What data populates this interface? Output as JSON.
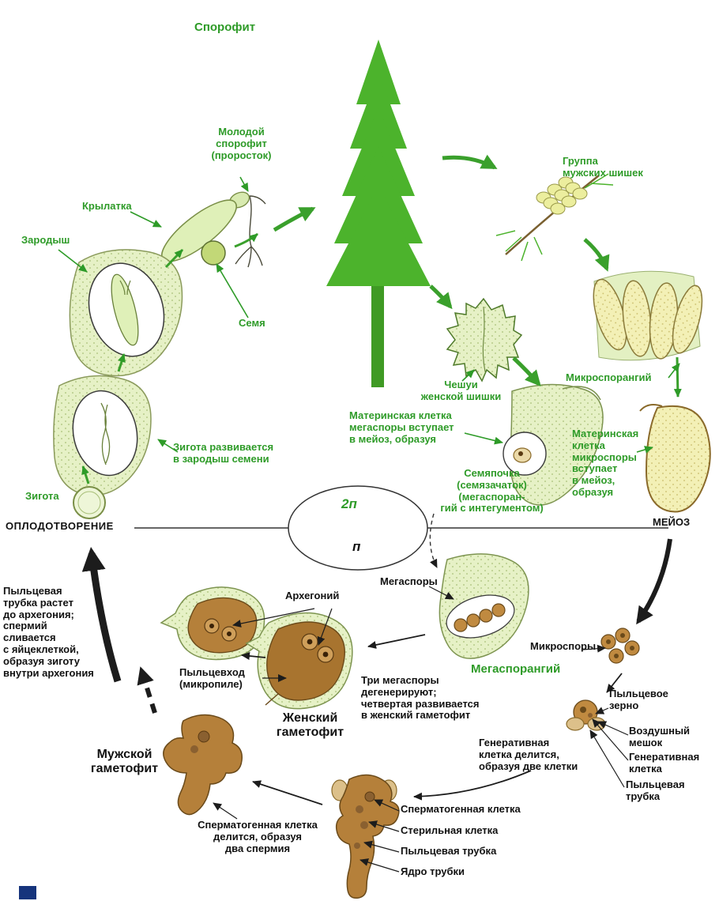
{
  "colors": {
    "label_green": "#2e9b28",
    "tree_green": "#4cb32c",
    "light_green_fill": "#e6f1c6",
    "yellow_fill": "#f3f0b6",
    "brown_fill": "#b5803a",
    "text_black": "#111111"
  },
  "phase": {
    "fertilization": "ОПЛОДОТВОРЕНИЕ",
    "meiosis": "МЕЙОЗ",
    "diploid": "2п",
    "haploid": "п"
  },
  "labels": {
    "sporophyte": "Спорофит",
    "young_sporophyte": "Молодой\nспорофит\n(проросток)",
    "samara": "Крылатка",
    "embryo": "Зародыш",
    "seed": "Семя",
    "male_cones": "Группа\nмужских шишек",
    "female_scales": "Чешуи\nженской шишки",
    "microsporangium": "Микроспорангий",
    "megaspore_mother": "Материнская клетка\nмегаспоры вступает\nв мейоз, образуя",
    "ovule": "Семяпочка\n(семязачаток)\n(мегаспоран-\nгий с интегументом)",
    "microspore_mother": "Материнская\nклетка\nмикроспоры\nвступает\nв мейоз,\nобразуя",
    "zygote_develops": "Зигота развивается\nв зародыш семени",
    "zygote": "Зигота",
    "megaspores": "Мегаспоры",
    "archegonium": "Архегоний",
    "microspores": "Микроспоры",
    "megasporangium": "Мегаспорангий",
    "pollen_tube_grows": "Пыльцевая\nтрубка растет\nдо архегония;\nспермий\nсливается\nс яйцеклеткой,\nобразуя зиготу\nвнутри архегония",
    "micropyle": "Пыльцевход\n(микропиле)",
    "female_gametophyte": "Женский\nгаметофит",
    "three_megaspores": "Три мегаспоры\nдегенерируют;\nчетвертая развивается\nв женский гаметофит",
    "pollen_grain": "Пыльцевое\nзерно",
    "air_sac": "Воздушный\nмешок",
    "generative_cell": "Генеративная\nклетка",
    "pollen_tube_right": "Пыльцевая\nтрубка",
    "generative_divides": "Генеративная\nклетка делится,\nобразуя две клетки",
    "male_gametophyte": "Мужской\nгаметофит",
    "spermatogenous_divides": "Сперматогенная клетка\nделится, образуя\nдва спермия",
    "spermatogenous_cell": "Сперматогенная клетка",
    "sterile_cell": "Стерильная клетка",
    "pollen_tube_bottom": "Пыльцевая трубка",
    "tube_nucleus": "Ядро трубки"
  }
}
